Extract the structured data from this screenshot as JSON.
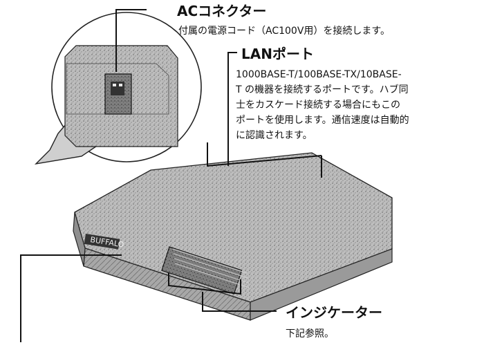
{
  "labels": {
    "ac_connector": {
      "title": "ACコネクター",
      "desc": "付属の電源コード（AC100V用）を接続します。"
    },
    "lan_port": {
      "title": "LANポート",
      "desc_lines": [
        "1000BASE-T/100BASE-TX/10BASE-",
        "T の機器を接続するポートです。ハブ同",
        "士をカスケード接続する場合にもこの",
        "ポートを使用します。通信速度は自動的",
        "に認識されます。"
      ]
    },
    "indicator": {
      "title": "インジケーター",
      "desc": "下記参照。"
    }
  }
}
